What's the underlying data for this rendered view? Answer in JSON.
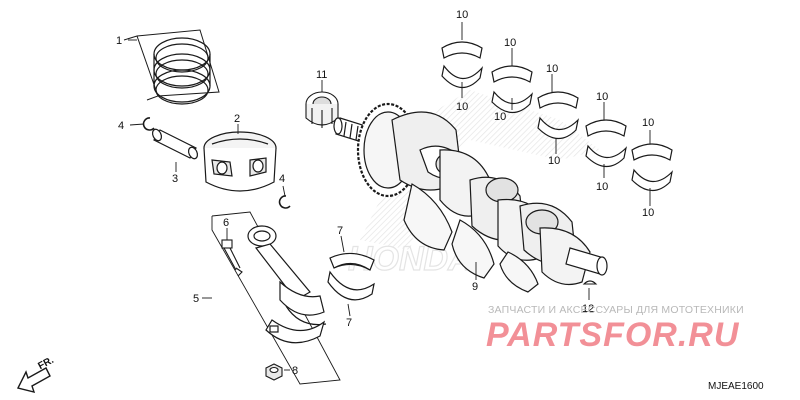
{
  "callouts": {
    "c1": "1",
    "c2": "2",
    "c3": "3",
    "c4a": "4",
    "c4b": "4",
    "c5": "5",
    "c6": "6",
    "c7a": "7",
    "c7b": "7",
    "c8": "8",
    "c9": "9",
    "c11": "11",
    "c12": "12",
    "b1t": "10",
    "b1b": "10",
    "b2t": "10",
    "b2b": "10",
    "b3t": "10",
    "b3b": "10",
    "b4t": "10",
    "b4b": "10",
    "b5t": "10",
    "b5b": "10"
  },
  "watermark": {
    "caption": "ЗАПЧАСТИ И АКСЕССУАРЫ ДЛЯ МОТОТЕХНИКИ",
    "brand": "PARTSFOR.RU"
  },
  "front_label": "FR.",
  "diagram_code": "MJEAE1600",
  "colors": {
    "line": "#1a1a1a",
    "watermark_red": "#f07d86",
    "watermark_gray": "#b8b8b8",
    "part_fill": "#e9e9e9"
  }
}
